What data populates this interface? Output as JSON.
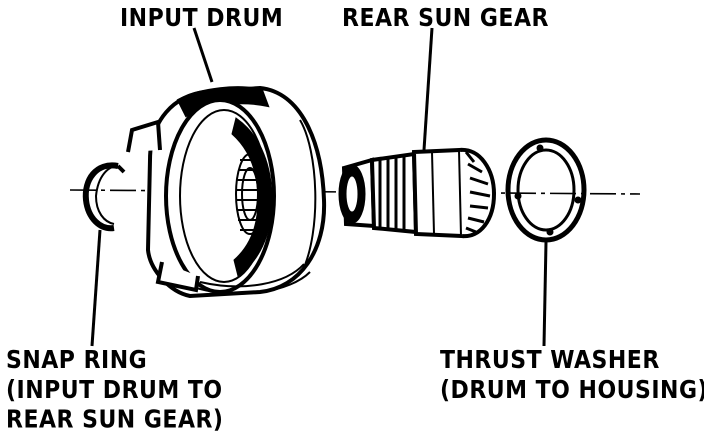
{
  "labels": {
    "input_drum": "INPUT DRUM",
    "rear_sun_gear": "REAR SUN GEAR",
    "snap_ring": {
      "line1": "SNAP RING",
      "line2": "(INPUT DRUM TO",
      "line3": "REAR SUN GEAR)"
    },
    "thrust_washer": {
      "line1": "THRUST WASHER",
      "line2": "(DRUM TO HOUSING)"
    }
  },
  "colors": {
    "ink": "#000000",
    "paper": "#ffffff"
  }
}
